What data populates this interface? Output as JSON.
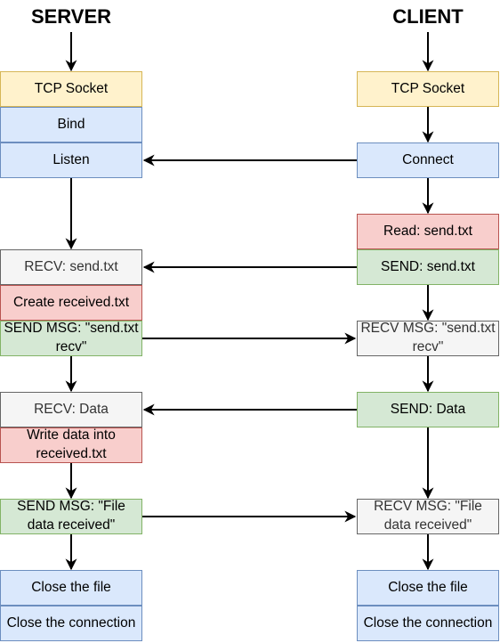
{
  "headers": {
    "server": "SERVER",
    "client": "CLIENT"
  },
  "server": {
    "tcp_socket": "TCP Socket",
    "bind": "Bind",
    "listen": "Listen",
    "recv_send_txt": "RECV: send.txt",
    "create_received": "Create received.txt",
    "send_msg_recv": "SEND MSG: \"send.txt recv\"",
    "recv_data": "RECV: Data",
    "write_data": "Write data into received.txt",
    "send_msg_file": "SEND MSG: \"File data received\"",
    "close_file": "Close the file",
    "close_connection": "Close the connection"
  },
  "client": {
    "tcp_socket": "TCP Socket",
    "connect": "Connect",
    "read_send_txt": "Read: send.txt",
    "send_send_txt": "SEND: send.txt",
    "recv_msg_send": "RECV MSG: \"send.txt recv\"",
    "send_data": "SEND: Data",
    "recv_msg_file": "RECV MSG: \"File data received\"",
    "close_file": "Close the file",
    "close_connection": "Close the connection"
  },
  "colors": {
    "socket": "#fff2cc",
    "setup": "#dae8fc",
    "file_op": "#f8cecc",
    "send": "#d5e8d4",
    "recv": "#f5f5f5"
  }
}
